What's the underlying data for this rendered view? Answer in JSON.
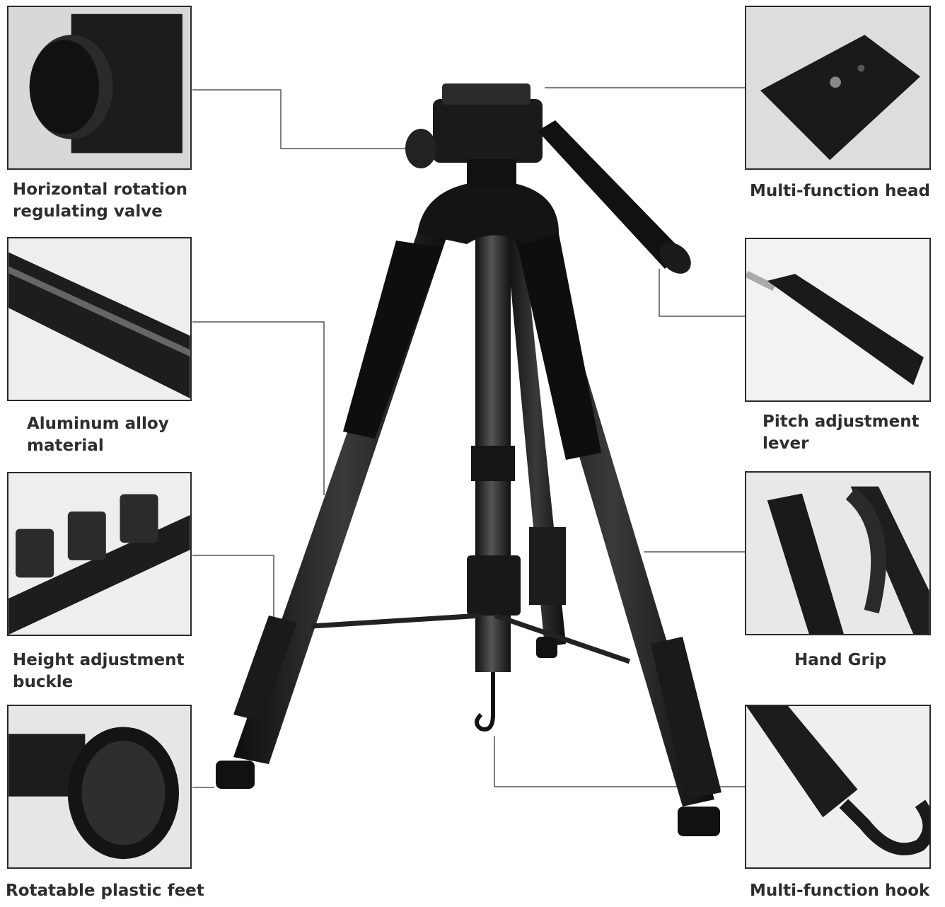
{
  "features": {
    "left": [
      {
        "lines": [
          "Horizontal rotation",
          "regulating valve"
        ],
        "icon": "rotation-knob"
      },
      {
        "lines": [
          "Aluminum alloy",
          "material"
        ],
        "icon": "aluminum-tube"
      },
      {
        "lines": [
          "Height adjustment",
          "buckle"
        ],
        "icon": "flip-lock-buckle"
      },
      {
        "lines": [
          "Rotatable plastic feet"
        ],
        "icon": "rubber-foot"
      }
    ],
    "right": [
      {
        "lines": [
          "Multi-function head"
        ],
        "icon": "quick-release-plate"
      },
      {
        "lines": [
          "Pitch adjustment",
          "lever"
        ],
        "icon": "pan-handle"
      },
      {
        "lines": [
          "Hand Grip"
        ],
        "icon": "hand-grip"
      },
      {
        "lines": [
          "Multi-function hook"
        ],
        "icon": "hook"
      }
    ]
  },
  "colors": {
    "line": "#555555",
    "border": "#2a2a2a",
    "text": "#2e2e2e",
    "product": "#1a1a1a"
  }
}
